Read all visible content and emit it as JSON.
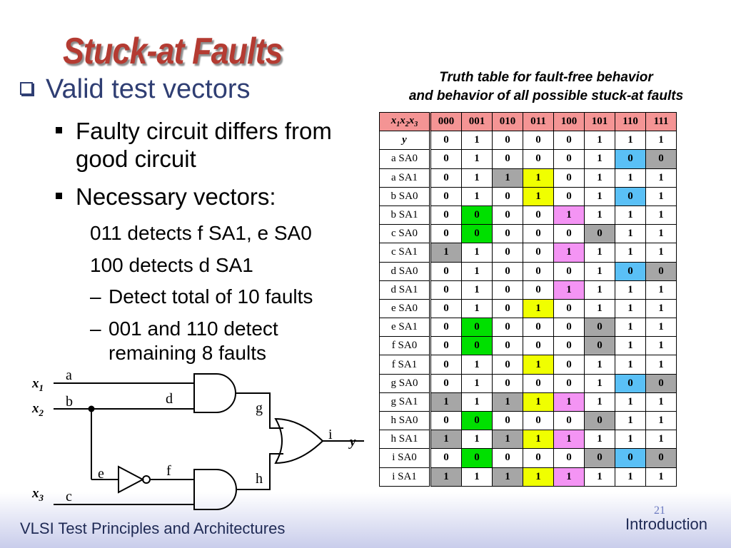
{
  "title": "Stuck-at Faults",
  "bullet_main": "Valid test vectors",
  "bullets": [
    "Faulty circuit differs from good circuit",
    "Necessary vectors:"
  ],
  "sub_lines": [
    "011 detects f SA1, e SA0",
    "100 detects d SA1"
  ],
  "dash_lines": [
    "Detect total of 10 faults",
    "001 and 110 detect remaining 8 faults"
  ],
  "table_caption": [
    "Truth table for fault-free behavior",
    "and behavior of all possible stuck-at faults"
  ],
  "table": {
    "header_label": "x1x2x3",
    "columns": [
      "000",
      "001",
      "010",
      "011",
      "100",
      "101",
      "110",
      "111"
    ],
    "rows": [
      {
        "label": "y",
        "values": [
          "0",
          "1",
          "0",
          "0",
          "0",
          "1",
          "1",
          "1"
        ],
        "colors": [
          "",
          "",
          "",
          "",
          "",
          "",
          "",
          ""
        ]
      },
      {
        "label": "a  SA0",
        "values": [
          "0",
          "1",
          "0",
          "0",
          "0",
          "1",
          "0",
          "0"
        ],
        "colors": [
          "",
          "",
          "",
          "",
          "",
          "",
          "bl",
          "g"
        ]
      },
      {
        "label": "a  SA1",
        "values": [
          "0",
          "1",
          "1",
          "1",
          "0",
          "1",
          "1",
          "1"
        ],
        "colors": [
          "",
          "",
          "g",
          "y",
          "",
          "",
          "",
          ""
        ]
      },
      {
        "label": "b  SA0",
        "values": [
          "0",
          "1",
          "0",
          "1",
          "0",
          "1",
          "0",
          "1"
        ],
        "colors": [
          "",
          "",
          "",
          "y",
          "",
          "",
          "bl",
          ""
        ]
      },
      {
        "label": "b  SA1",
        "values": [
          "0",
          "0",
          "0",
          "0",
          "1",
          "1",
          "1",
          "1"
        ],
        "colors": [
          "",
          "gr",
          "",
          "",
          "p",
          "",
          "",
          ""
        ]
      },
      {
        "label": "c  SA0",
        "values": [
          "0",
          "0",
          "0",
          "0",
          "0",
          "0",
          "1",
          "1"
        ],
        "colors": [
          "",
          "gr",
          "",
          "",
          "",
          "g",
          "",
          ""
        ]
      },
      {
        "label": "c  SA1",
        "values": [
          "1",
          "1",
          "0",
          "0",
          "1",
          "1",
          "1",
          "1"
        ],
        "colors": [
          "g",
          "",
          "",
          "",
          "p",
          "",
          "",
          ""
        ]
      },
      {
        "label": "d  SA0",
        "values": [
          "0",
          "1",
          "0",
          "0",
          "0",
          "1",
          "0",
          "0"
        ],
        "colors": [
          "",
          "",
          "",
          "",
          "",
          "",
          "bl",
          "g"
        ]
      },
      {
        "label": "d  SA1",
        "values": [
          "0",
          "1",
          "0",
          "0",
          "1",
          "1",
          "1",
          "1"
        ],
        "colors": [
          "",
          "",
          "",
          "",
          "p",
          "",
          "",
          ""
        ]
      },
      {
        "label": "e  SA0",
        "values": [
          "0",
          "1",
          "0",
          "1",
          "0",
          "1",
          "1",
          "1"
        ],
        "colors": [
          "",
          "",
          "",
          "y",
          "",
          "",
          "",
          ""
        ]
      },
      {
        "label": "e  SA1",
        "values": [
          "0",
          "0",
          "0",
          "0",
          "0",
          "0",
          "1",
          "1"
        ],
        "colors": [
          "",
          "gr",
          "",
          "",
          "",
          "g",
          "",
          ""
        ]
      },
      {
        "label": "f  SA0",
        "values": [
          "0",
          "0",
          "0",
          "0",
          "0",
          "0",
          "1",
          "1"
        ],
        "colors": [
          "",
          "gr",
          "",
          "",
          "",
          "g",
          "",
          ""
        ]
      },
      {
        "label": "f  SA1",
        "values": [
          "0",
          "1",
          "0",
          "1",
          "0",
          "1",
          "1",
          "1"
        ],
        "colors": [
          "",
          "",
          "",
          "y",
          "",
          "",
          "",
          ""
        ]
      },
      {
        "label": "g  SA0",
        "values": [
          "0",
          "1",
          "0",
          "0",
          "0",
          "1",
          "0",
          "0"
        ],
        "colors": [
          "",
          "",
          "",
          "",
          "",
          "",
          "bl",
          "g"
        ]
      },
      {
        "label": "g  SA1",
        "values": [
          "1",
          "1",
          "1",
          "1",
          "1",
          "1",
          "1",
          "1"
        ],
        "colors": [
          "g",
          "",
          "g",
          "y",
          "p",
          "",
          "",
          ""
        ]
      },
      {
        "label": "h  SA0",
        "values": [
          "0",
          "0",
          "0",
          "0",
          "0",
          "0",
          "1",
          "1"
        ],
        "colors": [
          "",
          "gr",
          "",
          "",
          "",
          "g",
          "",
          ""
        ]
      },
      {
        "label": "h  SA1",
        "values": [
          "1",
          "1",
          "1",
          "1",
          "1",
          "1",
          "1",
          "1"
        ],
        "colors": [
          "g",
          "",
          "g",
          "y",
          "p",
          "",
          "",
          ""
        ]
      },
      {
        "label": "i  SA0",
        "values": [
          "0",
          "0",
          "0",
          "0",
          "0",
          "0",
          "0",
          "0"
        ],
        "colors": [
          "",
          "gr",
          "",
          "",
          "",
          "g",
          "bl",
          "g"
        ]
      },
      {
        "label": "i  SA1",
        "values": [
          "1",
          "1",
          "1",
          "1",
          "1",
          "1",
          "1",
          "1"
        ],
        "colors": [
          "g",
          "",
          "g",
          "y",
          "p",
          "",
          "",
          ""
        ]
      }
    ]
  },
  "circuit": {
    "inputs": [
      "x1",
      "x2",
      "x3"
    ],
    "output": "y",
    "nets": [
      "a",
      "b",
      "c",
      "d",
      "e",
      "f",
      "g",
      "h",
      "i"
    ]
  },
  "footer_left": "VLSI Test Principles and Architectures",
  "footer_right": "Introduction",
  "page_number": "21"
}
